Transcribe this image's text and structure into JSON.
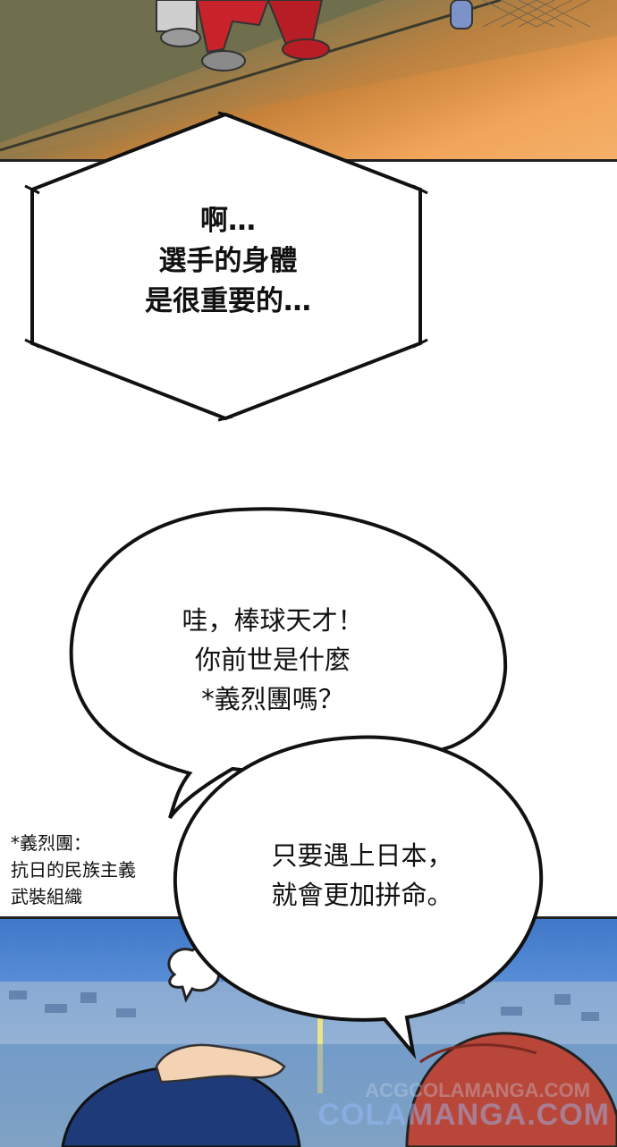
{
  "narration": {
    "line1": "啊…",
    "line2": "選手的身體",
    "line3": "是很重要的…"
  },
  "bubble1": {
    "line1": "哇，棒球天才！",
    "line2": "你前世是什麼",
    "line3": "*義烈團嗎？"
  },
  "bubble2": {
    "line1": "只要遇上日本，",
    "line2": "就會更加拼命。"
  },
  "footnote": {
    "line1": "*義烈團：",
    "line2": "抗日的民族主義",
    "line3": "武裝組織"
  },
  "watermark": {
    "ghost": "ACGCOLAMANGA.COM",
    "text": "COLAMANGA.COM"
  },
  "colors": {
    "floor_orange": "#f0a55a",
    "sky_blue": "#4a82cf",
    "ink": "#111111"
  }
}
